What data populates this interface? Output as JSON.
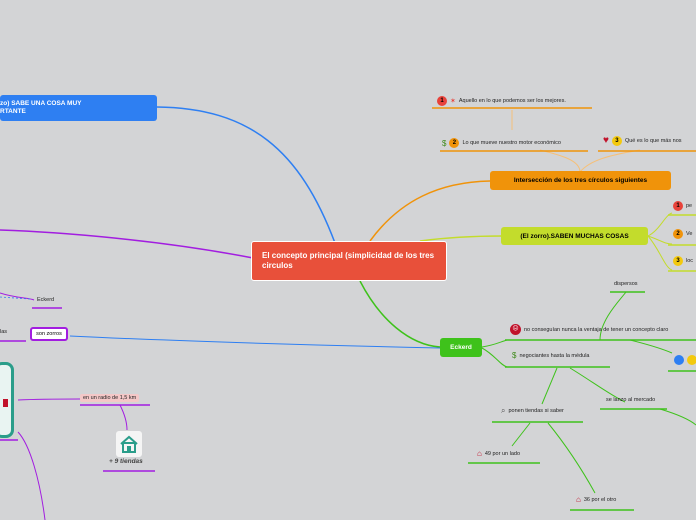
{
  "central": {
    "label": "El concepto principal (simplicidad de los tres circulos"
  },
  "top_left": {
    "label": "zo) SABE UNA COSA MUY\nRTANTE"
  },
  "interseccion": {
    "label": "Intersección de los tres círculos siguientes",
    "items": [
      {
        "text": "Aquello en lo que podemos ser los mejores.",
        "badge": "1",
        "icon": "medal-icon"
      },
      {
        "text": "Lo que mueve nuestro motor económico",
        "badge": "2",
        "icon": "money-bag-icon"
      },
      {
        "text": "Qué es lo que más nos",
        "badge": "3",
        "icon": "heart-icon"
      }
    ]
  },
  "zorro": {
    "label": "(El zorro).SABEN MUCHAS COSAS",
    "items": [
      {
        "text": "pe",
        "badge": "1"
      },
      {
        "text": "Ve",
        "badge": "2"
      },
      {
        "text": "loc",
        "badge": "3"
      }
    ]
  },
  "eckerd": {
    "label": "Eckerd",
    "items": {
      "dispersos": "dispersos",
      "no_conseguian": "no conseguían nunca la ventaja de tener un concepto claro",
      "negociantes": "negociantes hasta la médula",
      "ponen_tiendas": "ponen tiendas si saber",
      "se_lanzo": "se lanzo al mercado",
      "lado_49": "49 por un lado",
      "otro_36": "36 por el otro"
    }
  },
  "left": {
    "eckerd_small": "Eckerd",
    "son_zorros": "son zorros",
    "partial": "las",
    "radio": "en un radio de 1,5 km",
    "tiendas": "+ 9 tiendas"
  },
  "colors": {
    "central": "#e8503a",
    "blue": "#2e7ff2",
    "orange": "#f0930a",
    "lime": "#c3dc2c",
    "green": "#3ec21b",
    "purple": "#a21de0"
  }
}
